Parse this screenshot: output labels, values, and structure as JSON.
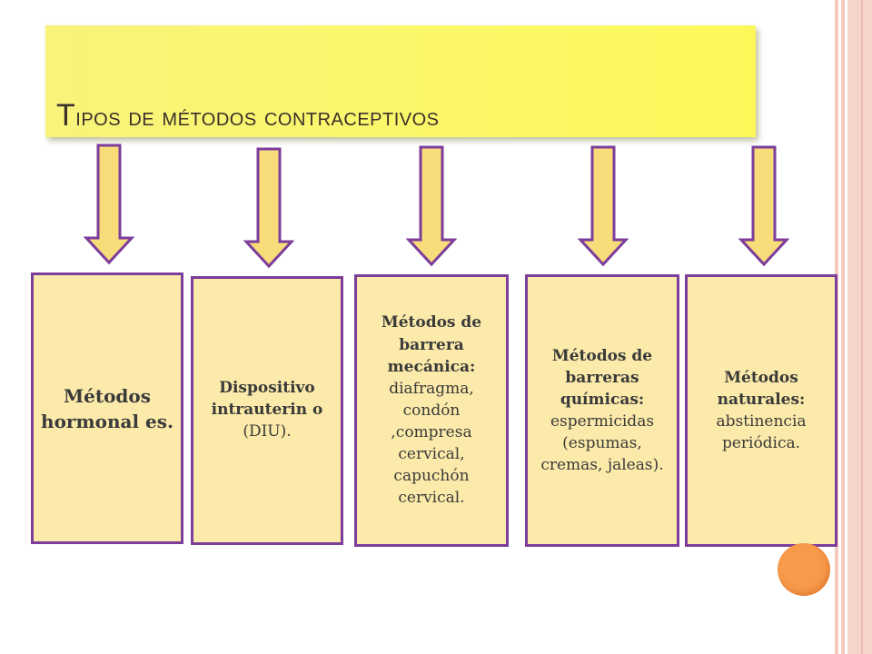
{
  "title": "Tipos de métodos contraceptivos",
  "colors": {
    "title_bg": "#fbf76c",
    "arrow_fill": "#f9dc7a",
    "arrow_stroke": "#7c3d9b",
    "box_fill": "#fbeaa9",
    "box_border": "#7c3d9b",
    "accent_circle": "#f79a4a"
  },
  "methods": [
    {
      "bold": "Métodos hormonal es.",
      "rest": ""
    },
    {
      "bold": "Dispositivo intrauterin o",
      "rest": " (DIU)."
    },
    {
      "bold": "Métodos de barrera mecánica:",
      "rest": " diafragma, condón ,compresa cervical, capuchón cervical."
    },
    {
      "bold": "Métodos de barreras químicas:",
      "rest": " espermicidas (espumas, cremas, jaleas)."
    },
    {
      "bold": "Métodos naturales:",
      "rest": " abstinencia periódica."
    }
  ]
}
